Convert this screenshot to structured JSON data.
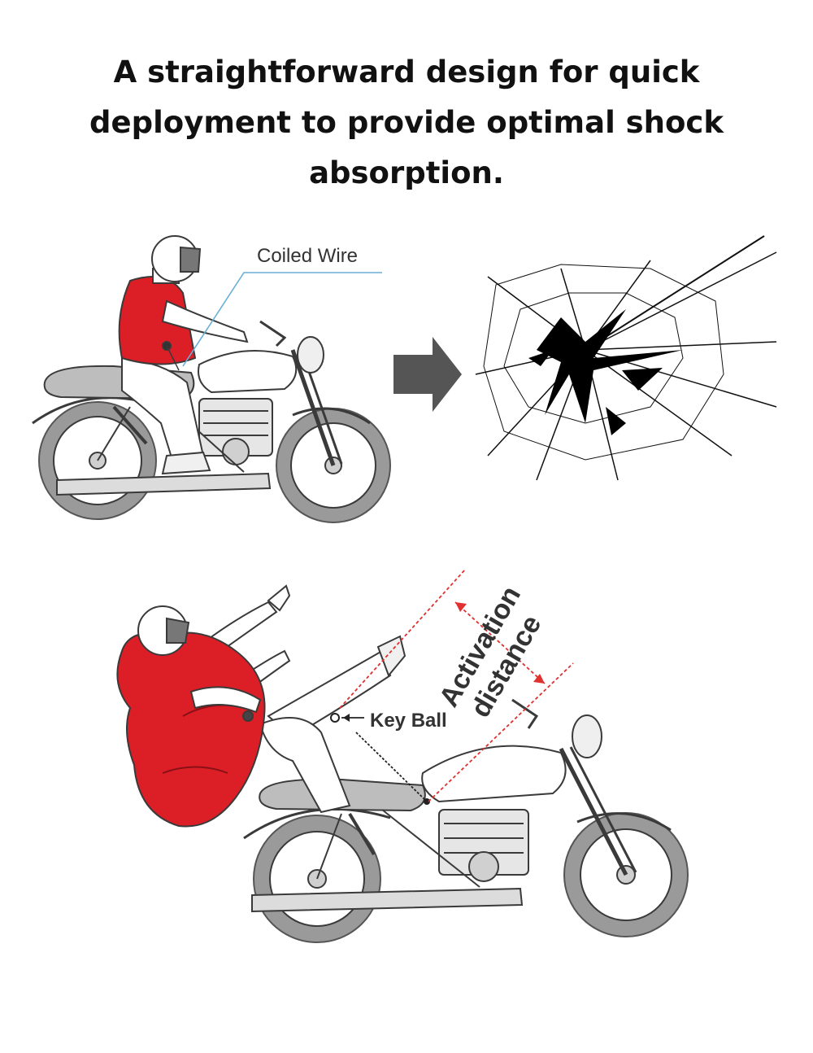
{
  "headline": {
    "line1": "A straightforward design for quick",
    "line2": "deployment to provide optimal shock",
    "line3": "absorption."
  },
  "labels": {
    "coiled_wire": "Coiled Wire",
    "key_ball": "Key Ball",
    "activation_line1": "Activation",
    "activation_line2": "distance"
  },
  "colors": {
    "airbag_red": "#dc1f26",
    "arrow_gray": "#555555",
    "line_art": "#3a3a3a",
    "wheel_gray": "#8c8c8c",
    "guide_red": "#e03030",
    "wire_blue": "#6aaed6"
  }
}
